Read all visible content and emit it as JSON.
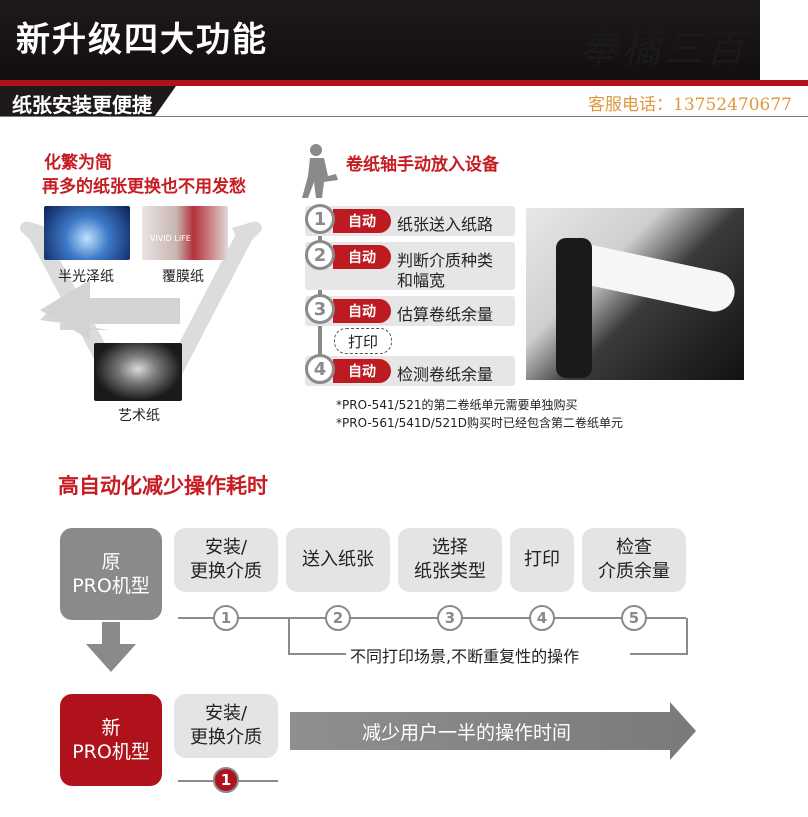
{
  "header": {
    "title": "新升级四大功能",
    "subtitle": "纸张安装更便捷",
    "brand": "奉橘三百",
    "service": "客服电话：13752470677"
  },
  "left": {
    "heading1": "化繁为简",
    "heading2": "再多的纸张更换也不用发愁",
    "papers": [
      "半光泽纸",
      "覆膜纸",
      "艺术纸"
    ],
    "photo_text": "VIVID LIFE"
  },
  "right": {
    "heading": "卷纸轴手动放入设备",
    "auto_label": "自动",
    "steps": [
      {
        "num": "1",
        "text": "纸张送入纸路"
      },
      {
        "num": "2",
        "text": "判断介质种类",
        "text2": "和幅宽"
      },
      {
        "num": "3",
        "text": "估算卷纸余量"
      },
      {
        "num": "4",
        "text": "检测卷纸余量"
      }
    ],
    "print_label": "打印",
    "notes": [
      "*PRO-541/521的第二卷纸单元需要单独购买",
      "*PRO-561/541D/521D购买时已经包含第二卷纸单元"
    ]
  },
  "bottom": {
    "heading": "高自动化减少操作耗时",
    "old_model": {
      "line1": "原",
      "line2": "PRO机型"
    },
    "new_model": {
      "line1": "新",
      "line2": "PRO机型"
    },
    "ops": [
      {
        "line1": "安装/",
        "line2": "更换介质",
        "num": "1"
      },
      {
        "line1": "送入纸张",
        "line2": "",
        "num": "2"
      },
      {
        "line1": "选择",
        "line2": "纸张类型",
        "num": "3"
      },
      {
        "line1": "打印",
        "line2": "",
        "num": "4"
      },
      {
        "line1": "检查",
        "line2": "介质余量",
        "num": "5"
      }
    ],
    "repeat_note": "不同打印场景,不断重复性的操作",
    "new_op": {
      "line1": "安装/",
      "line2": "更换介质",
      "num": "1"
    },
    "arrow_text": "减少用户一半的操作时间"
  },
  "colors": {
    "accent": "#c61c22",
    "dark": "#1f1a1a",
    "grey": "#8a8a8a",
    "service": "#e2973f"
  }
}
